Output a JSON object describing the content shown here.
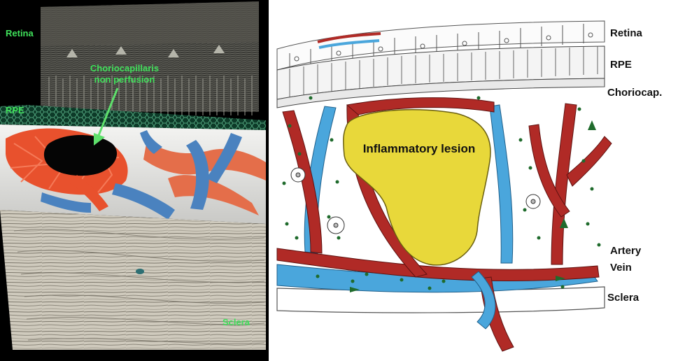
{
  "left_panel": {
    "labels": {
      "retina": "Retina",
      "rpe": "RPE",
      "nonperfusion_line1": "Choriocapillaris",
      "nonperfusion_line2": "non perfusion",
      "sclera": "Sclera"
    },
    "colors": {
      "label": "#3fe05a",
      "artery": "#e8512d",
      "vein": "#3f7fc0",
      "background": "#000000"
    }
  },
  "right_panel": {
    "labels": {
      "retina": "Retina",
      "rpe": "RPE",
      "choriocap": "Choriocap.",
      "lesion": "Inflammatory lesion",
      "artery": "Artery",
      "vein": "Vein",
      "sclera": "Sclera"
    },
    "colors": {
      "artery": "#b02a26",
      "vein": "#4aa6dc",
      "lesion": "#e8d83a",
      "cells": "#1f6b2c"
    }
  }
}
